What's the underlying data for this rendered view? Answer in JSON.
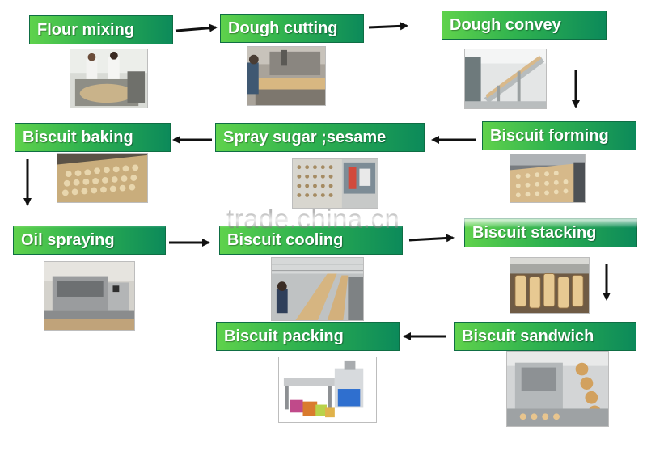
{
  "steps": {
    "flour_mixing": "Flour mixing",
    "dough_cutting": "Dough cutting",
    "dough_convey": "Dough convey",
    "biscuit_baking": "Biscuit baking",
    "spray_sugar": "Spray sugar ;sesame",
    "biscuit_forming": "Biscuit forming",
    "oil_spraying": "Oil spraying",
    "biscuit_cooling": "Biscuit cooling",
    "biscuit_stacking": "Biscuit stacking",
    "biscuit_packing": "Biscuit packing",
    "biscuit_sandwich": "Biscuit sandwich"
  },
  "watermark": "trade.china.cn",
  "colors": {
    "box_start": "#5fd24c",
    "box_end": "#0c8a5a",
    "arrow": "#111111"
  }
}
